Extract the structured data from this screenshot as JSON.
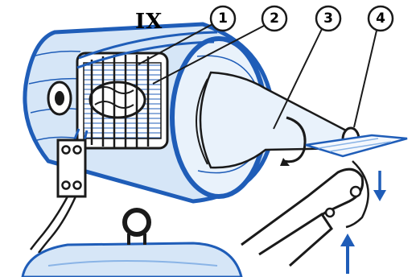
{
  "figure": {
    "roman_label": "IX",
    "callouts": [
      {
        "label": "1"
      },
      {
        "label": "2"
      },
      {
        "label": "3"
      },
      {
        "label": "4"
      }
    ]
  },
  "colors": {
    "ink": "#1a1a1a",
    "blue": "#1f5db8",
    "light_blue": "#8ab4e6",
    "pale_blue": "#d6e6f7",
    "background": "#ffffff"
  },
  "icons": {
    "rotation_arrow": "curved-arrow",
    "down_arrow": "down-arrow",
    "up_arrow": "up-arrow"
  }
}
